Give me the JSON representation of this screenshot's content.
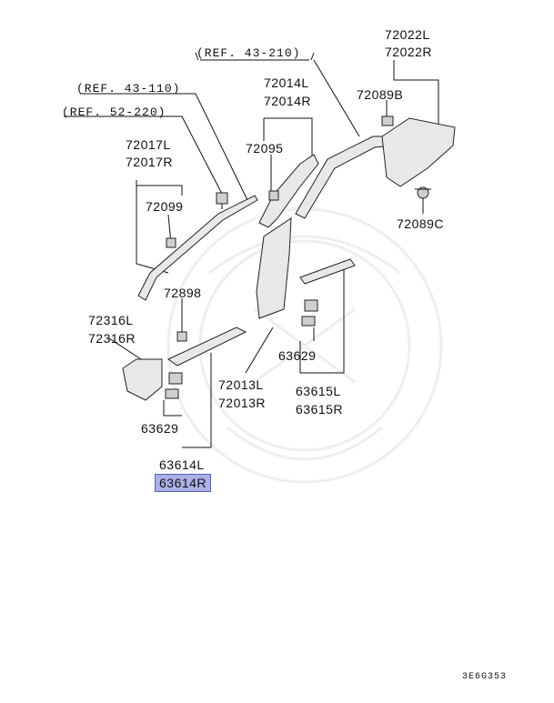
{
  "refs": {
    "ref_43_210": "(REF. 43-210)",
    "ref_43_110": "(REF. 43-110)",
    "ref_52_220": "(REF. 52-220)"
  },
  "parts": {
    "p72022L": "72022L",
    "p72022R": "72022R",
    "p72089B": "72089B",
    "p72089C": "72089C",
    "p72014L": "72014L",
    "p72014R": "72014R",
    "p72095": "72095",
    "p72017L": "72017L",
    "p72017R": "72017R",
    "p72099": "72099",
    "p72898": "72898",
    "p72316L": "72316L",
    "p72316R": "72316R",
    "p72013L": "72013L",
    "p72013R": "72013R",
    "p63629a": "63629",
    "p63629b": "63629",
    "p63615L": "63615L",
    "p63615R": "63615R",
    "p63614L": "63614L",
    "p63614R": "63614R"
  },
  "highlight_color": "#aab0e6",
  "diagram_code": "3E6G353"
}
